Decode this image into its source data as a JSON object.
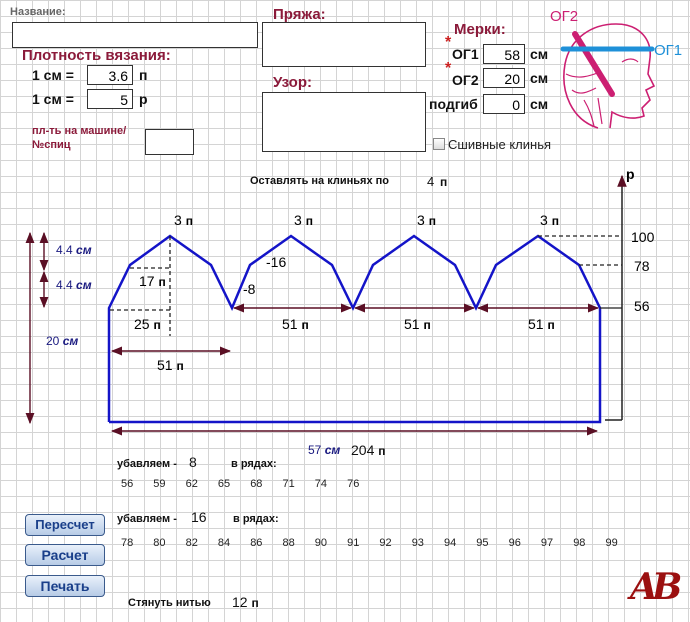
{
  "header": {
    "name_label": "Название:",
    "name_value": ""
  },
  "density": {
    "title": "Плотность вязания:",
    "row1_label": "1 см =",
    "row1_value": "3.6",
    "row1_unit": "п",
    "row2_label": "1 см =",
    "row2_value": "5",
    "row2_unit": "р",
    "machine_label_line1": "пл-ть на машине/",
    "machine_label_line2": "№спиц",
    "machine_value": ""
  },
  "yarn": {
    "label": "Пряжа:",
    "value": ""
  },
  "pattern": {
    "label": "Узор:",
    "value": ""
  },
  "measurements": {
    "title": "Мерки:",
    "og1_label": "ОГ1",
    "og1_value": "58",
    "og1_unit": "см",
    "og2_label": "ОГ2",
    "og2_value": "20",
    "og2_unit": "см",
    "hem_label": "подгиб",
    "hem_value": "0",
    "hem_unit": "см",
    "required_mark": "*",
    "sewn_wedges_label": "Сшивные клинья",
    "sewn_wedges_checked": false
  },
  "illustration": {
    "og2_tag": "ОГ2",
    "og1_tag": "ОГ1",
    "og1_color": "#1e90d8",
    "og2_color": "#cc1f72"
  },
  "diagram": {
    "leave_label": "Оставлять на клиньях по",
    "leave_value": "4",
    "leave_unit": "п",
    "peak_label": "3",
    "peak_unit": "п",
    "dec_small": "-8",
    "dec_large": "-16",
    "left_17": "17",
    "left_25": "25",
    "stitch_unit": "п",
    "bottom_51": "51",
    "segment_51": "51",
    "dim_44a": "4.4",
    "dim_44b": "4.4",
    "dim_20": "20",
    "cm_unit": "см",
    "total_cm": "57",
    "total_stitches": "204",
    "row_axis_label": "р",
    "row_100": "100",
    "row_78": "78",
    "row_56": "56",
    "line_color": "#1414c8",
    "arrow_color": "#5a0f24"
  },
  "decrease1": {
    "label": "убавляем -",
    "value": "8",
    "rows_label": "в рядах:",
    "rows": [
      "56",
      "59",
      "62",
      "65",
      "68",
      "71",
      "74",
      "76"
    ]
  },
  "decrease2": {
    "label": "убавляем -",
    "value": "16",
    "rows_label": "в рядах:",
    "rows": [
      "78",
      "80",
      "82",
      "84",
      "86",
      "88",
      "90",
      "91",
      "92",
      "93",
      "94",
      "95",
      "96",
      "97",
      "98",
      "99"
    ]
  },
  "buttons": {
    "recalc": "Пересчет",
    "calc": "Расчет",
    "print": "Печать"
  },
  "tighten": {
    "label": "Стянуть нитью",
    "value": "12",
    "unit": "п"
  },
  "logo": {
    "text": "AB"
  }
}
